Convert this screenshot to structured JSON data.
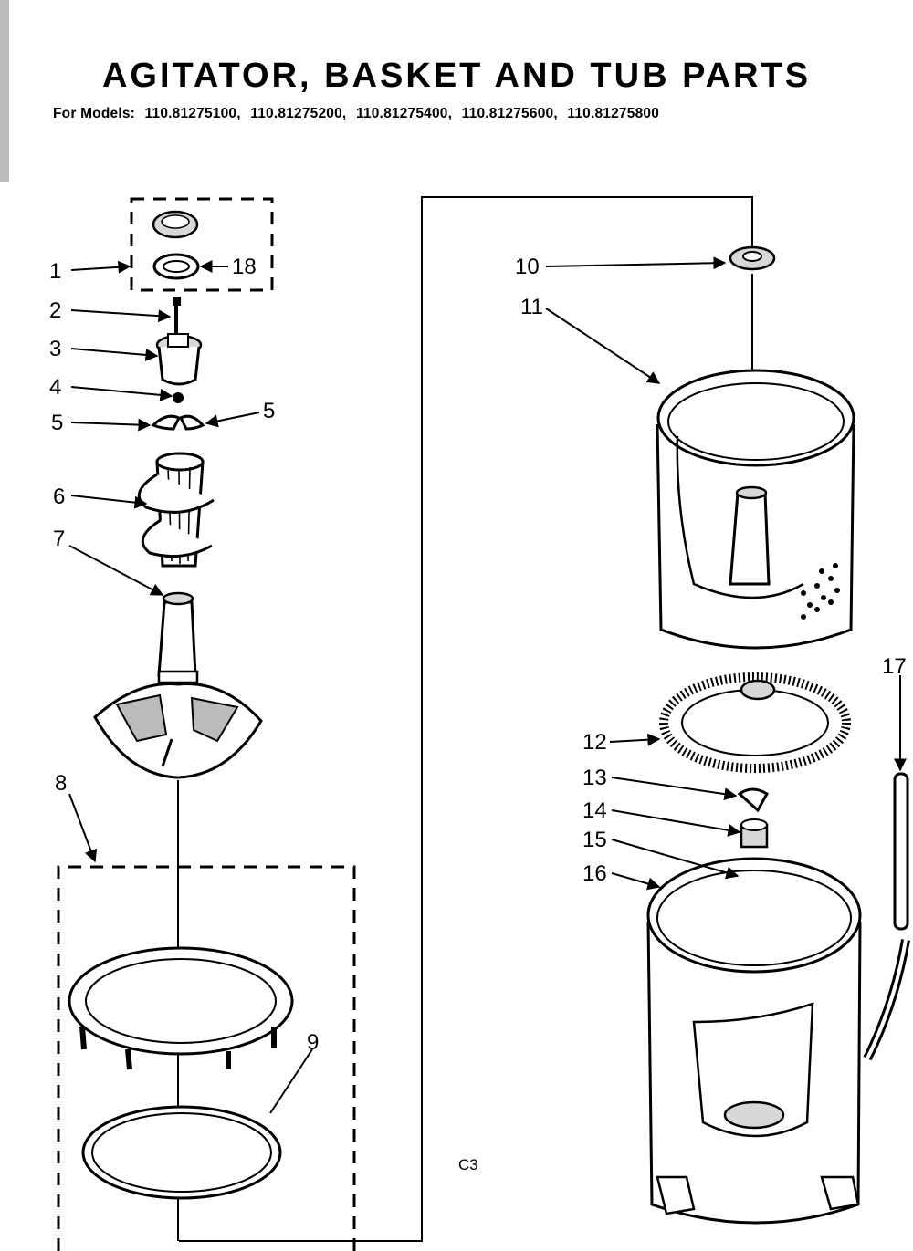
{
  "header": {
    "title": "AGITATOR, BASKET AND TUB PARTS",
    "models_prefix": "For Models:",
    "models": [
      "110.81275100,",
      "110.81275200,",
      "110.81275400,",
      "110.81275600,",
      "110.81275800"
    ]
  },
  "callouts": {
    "c1": "1",
    "c2": "2",
    "c3": "3",
    "c4": "4",
    "c5a": "5",
    "c5b": "5",
    "c6": "6",
    "c7": "7",
    "c8": "8",
    "c9": "9",
    "c10": "10",
    "c11": "11",
    "c12": "12",
    "c13": "13",
    "c14": "14",
    "c15": "15",
    "c16": "16",
    "c17": "17",
    "c18": "18"
  },
  "footer": {
    "code": "C3"
  }
}
